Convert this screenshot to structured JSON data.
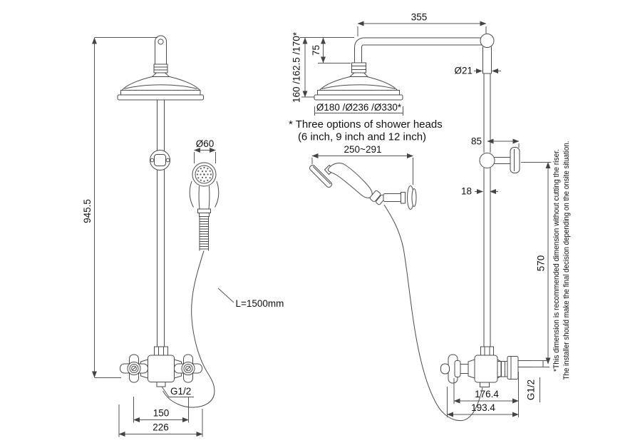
{
  "front_view": {
    "overall_height": "945.5",
    "handset_diameter": "Ø60",
    "hose_length": "L=1500mm",
    "outlet_thread": "G1/2",
    "inlet_centers": "150",
    "overall_width": "226"
  },
  "side_view": {
    "arm_projection": "355",
    "arm_drop": "75",
    "head_height_options": "160 /162.5 /170*",
    "head_diameter_options": "Ø180 /Ø236 /Ø330*",
    "riser_diameter": "Ø21",
    "bracket_projection": "85",
    "riser_tube_diameter": "18",
    "riser_length": "570",
    "handset_length": "250~291",
    "valve_depth_inner": "176.4",
    "valve_depth_overall": "193.4",
    "inlet_thread": "G1/2"
  },
  "notes": {
    "head_options_line1": "* Three options of shower heads",
    "head_options_line2": "(6 inch, 9 inch and 12 inch)",
    "riser_note_line1": "*This dimension is recommended dimension without cutting the riser.",
    "riser_note_line2": "The installer should make the final decision depending on the onsite situation."
  },
  "colors": {
    "line": "#4b4b4b",
    "text": "#111111",
    "background": "#ffffff"
  }
}
